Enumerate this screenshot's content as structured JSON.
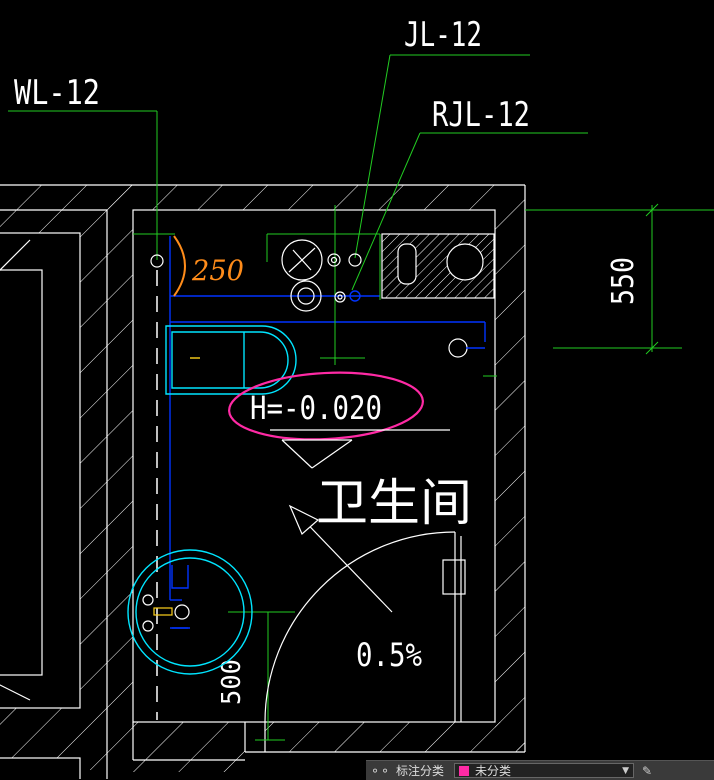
{
  "labels": {
    "wl": "WL-12",
    "jl": "JL-12",
    "rjl": "RJL-12",
    "dim_550": "550",
    "dim_250": "250",
    "dim_500": "500",
    "elevation": "H=-0.020",
    "room_name": "卫生间",
    "slope": "0.5%"
  },
  "toolbar": {
    "label": "标注分类",
    "selected": "未分类",
    "swatch_color": "#ff2aa5"
  },
  "colors": {
    "background": "#000000",
    "wall": "#ffffff",
    "pipe": "#0033ff",
    "fixture": "#00e5ff",
    "leader": "#22cc22",
    "markup_orange": "#ff8c1a",
    "markup_pink": "#ff2aa5"
  }
}
